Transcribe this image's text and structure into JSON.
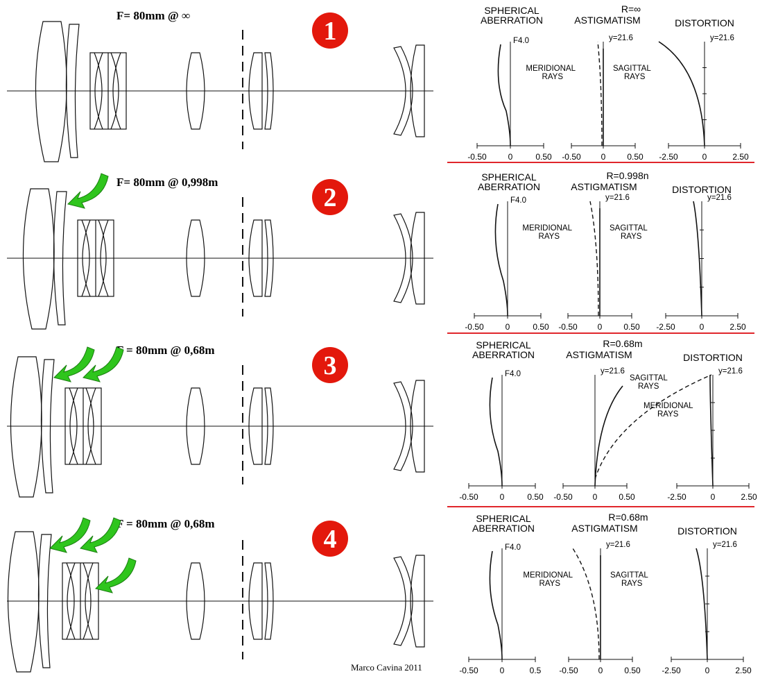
{
  "colors": {
    "badge": "#e3180c",
    "separator": "#e0262b",
    "arrow": "#2fc51d",
    "ink": "#111111"
  },
  "credit": "Marco Cavina 2011",
  "rows": [
    {
      "number": "1",
      "focus_label": "F= 80mm @ ∞",
      "arrows": 0,
      "astig_title": "R=∞",
      "spherical": {
        "title_line1": "SPHERICAL",
        "title_line2": "ABERRATION",
        "fnum": "F4.0",
        "ticks": [
          "-0.50",
          "0",
          "0.50"
        ]
      },
      "astigmatism": {
        "title": "ASTIGMATISM",
        "y_label": "y=21.6",
        "meridional_line1": "MERIDIONAL",
        "meridional_line2": "RAYS",
        "sagittal_line1": "SAGITTAL",
        "sagittal_line2": "RAYS",
        "ticks": [
          "-0.50",
          "0",
          "0.50"
        ]
      },
      "distortion": {
        "title": "DISTORTION",
        "y_label": "y=21.6",
        "ticks": [
          "-2.50",
          "0",
          "2.50"
        ]
      }
    },
    {
      "number": "2",
      "focus_label": "F= 80mm @ 0,998m",
      "arrows": 1,
      "astig_title": "R=0.998n",
      "spherical": {
        "title_line1": "SPHERICAL",
        "title_line2": "ABERRATION",
        "fnum": "F4.0",
        "ticks": [
          "-0.50",
          "0",
          "0.50"
        ]
      },
      "astigmatism": {
        "title": "ASTIGMATISM",
        "y_label": "y=21.6",
        "meridional_line1": "MERIDIONAL",
        "meridional_line2": "RAYS",
        "sagittal_line1": "SAGITTAL",
        "sagittal_line2": "RAYS",
        "ticks": [
          "-0.50",
          "0",
          "0.50"
        ]
      },
      "distortion": {
        "title": "DISTORTION",
        "y_label": "y=21.6",
        "ticks": [
          "-2.50",
          "0",
          "2.50"
        ]
      }
    },
    {
      "number": "3",
      "focus_label": "F = 80mm @ 0,68m",
      "arrows": 2,
      "astig_title": "R=0.68m",
      "spherical": {
        "title_line1": "SPHERICAL",
        "title_line2": "ABERRATION",
        "fnum": "F4.0",
        "ticks": [
          "-0.50",
          "0",
          "0.50"
        ]
      },
      "astigmatism": {
        "title": "ASTIGMATISM",
        "y_label": "y=21.6",
        "meridional_line1": "MERIDIONAL",
        "meridional_line2": "RAYS",
        "sagittal_line1": "SAGITTAL",
        "sagittal_line2": "RAYS",
        "ticks": [
          "-0.50",
          "0",
          "0.50"
        ]
      },
      "distortion": {
        "title": "DISTORTION",
        "y_label": "y=21.6",
        "ticks": [
          "-2.50",
          "0",
          "2.50"
        ]
      }
    },
    {
      "number": "4",
      "focus_label": "F = 80mm @ 0,68m",
      "arrows": 3,
      "astig_title": "R=0.68m",
      "spherical": {
        "title_line1": "SPHERICAL",
        "title_line2": "ABERRATION",
        "fnum": "F4.0",
        "ticks": [
          "-0.50",
          "0",
          "0.5"
        ]
      },
      "astigmatism": {
        "title": "ASTIGMATISM",
        "y_label": "y=21.6",
        "meridional_line1": "MERIDIONAL",
        "meridional_line2": "RAYS",
        "sagittal_line1": "SAGITTAL",
        "sagittal_line2": "RAYS",
        "ticks": [
          "-0.50",
          "0",
          "0.50"
        ]
      },
      "distortion": {
        "title": "DISTORTION",
        "y_label": "y=21.6",
        "ticks": [
          "-2.50",
          "0",
          "2.50"
        ]
      }
    }
  ]
}
